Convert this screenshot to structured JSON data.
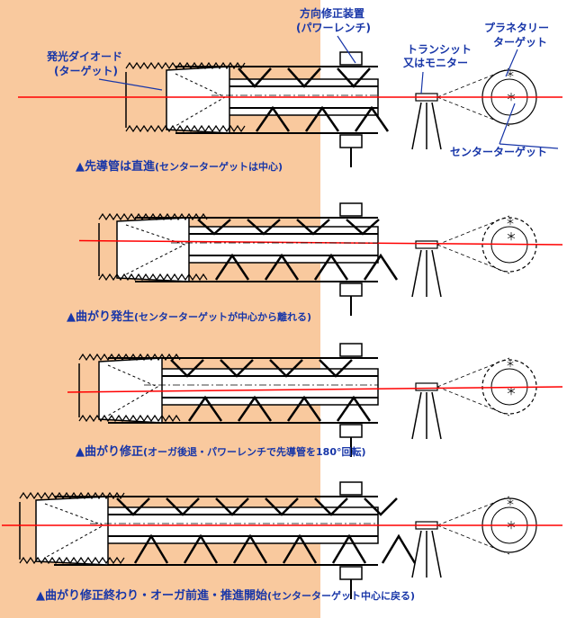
{
  "labels": {
    "direction_device": "方向修正装置",
    "direction_device_sub": "(パワーレンチ)",
    "led": "発光ダイオード",
    "led_sub": "(ターゲット)",
    "transit": "トランシット",
    "transit_sub": "又はモニター",
    "planetary": "プラネタリー",
    "planetary_sub": "ターゲット",
    "center_target": "センターターゲット"
  },
  "captions": [
    {
      "main": "▲先導管は直進",
      "note": "(センターターゲットは中心)"
    },
    {
      "main": "▲曲がり発生",
      "note": "(センターターゲットが中心から離れる)"
    },
    {
      "main": "▲曲がり修正",
      "note": "(オーガ後退・パワーレンチで先導管を180°回転)"
    },
    {
      "main": "▲曲がり修正終わり・オーガ前進・推進開始",
      "note": "(センターターゲット中心に戻る)"
    }
  ],
  "colors": {
    "left_bg": "#f9c99e",
    "laser": "#ff0000",
    "label": "#1836a8",
    "line": "#000000"
  }
}
